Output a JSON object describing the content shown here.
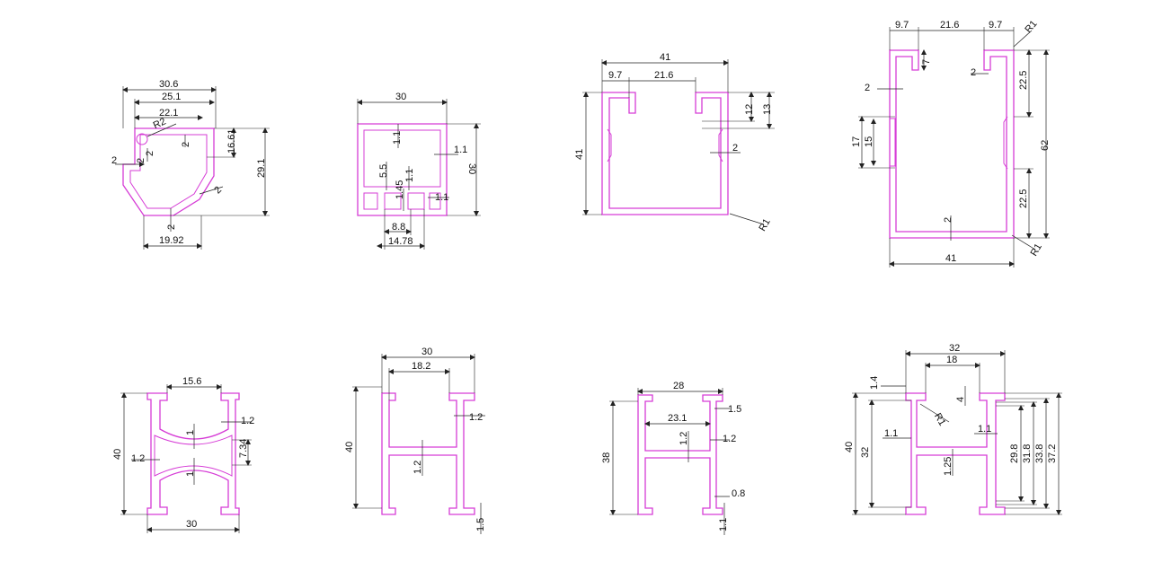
{
  "colors": {
    "profile": "#d63cd6",
    "dimension": "#222222",
    "background": "#ffffff"
  },
  "profiles": [
    {
      "id": "p1",
      "dims": {
        "w1": "30.6",
        "w2": "25.1",
        "w3": "22.1",
        "r": "R2",
        "t1": "2",
        "t2": "2",
        "t3": "2",
        "t4": "2",
        "t5": "2",
        "h1": "16.61",
        "h2": "29.1",
        "bw": "19.92"
      }
    },
    {
      "id": "p2",
      "dims": {
        "w": "30",
        "a": "1.1",
        "b": "1.1",
        "c": "5.5",
        "d": "1.1",
        "e": "1.45",
        "f": "1.1",
        "h": "30",
        "g": "8.8",
        "i": "14.78"
      }
    },
    {
      "id": "p3",
      "dims": {
        "w": "41",
        "a": "9.7",
        "b": "21.6",
        "c": "12",
        "d": "13",
        "h": "41",
        "t": "2",
        "r": "R1"
      }
    },
    {
      "id": "p4",
      "dims": {
        "a": "9.7",
        "b": "21.6",
        "c": "9.7",
        "r1": "R1",
        "d": "7",
        "t1": "2",
        "e": "22.5",
        "f": "17",
        "g": "15",
        "h": "62",
        "i": "22.5",
        "t2": "2",
        "w": "41",
        "r2": "R1"
      }
    },
    {
      "id": "p5",
      "dims": {
        "a": "15.6",
        "b": "1.2",
        "c": "1",
        "d": "7.34",
        "e": "1.2",
        "f": "1",
        "h": "40",
        "w": "30"
      }
    },
    {
      "id": "p6",
      "dims": {
        "w": "30",
        "a": "18.2",
        "b": "1.2",
        "h": "40",
        "c": "1.2",
        "d": "1.5"
      }
    },
    {
      "id": "p7",
      "dims": {
        "w": "28",
        "a": "1.5",
        "b": "23.1",
        "c": "1.2",
        "d": "1.2",
        "h": "38",
        "e": "0.8",
        "f": "1.1"
      }
    },
    {
      "id": "p8",
      "dims": {
        "w": "32",
        "a": "18",
        "b": "1.4",
        "c": "4",
        "r": "R1",
        "d": "1.1",
        "e": "1.1",
        "h1": "40",
        "h2": "32",
        "f": "1.25",
        "g": "29.8",
        "i": "31.8",
        "j": "33.8",
        "k": "37.2"
      }
    }
  ]
}
